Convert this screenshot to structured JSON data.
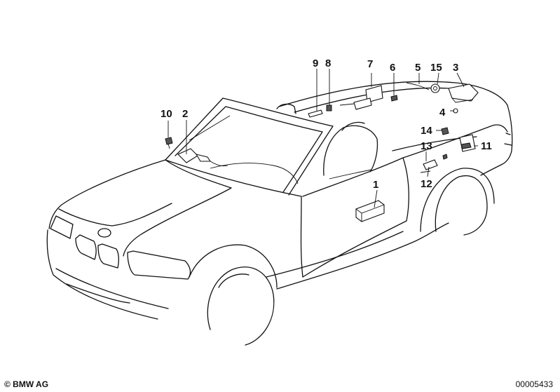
{
  "callouts": [
    {
      "id": "1",
      "label": "1"
    },
    {
      "id": "2",
      "label": "2"
    },
    {
      "id": "3",
      "label": "3"
    },
    {
      "id": "4",
      "label": "4"
    },
    {
      "id": "5",
      "label": "5"
    },
    {
      "id": "6",
      "label": "6"
    },
    {
      "id": "7",
      "label": "7"
    },
    {
      "id": "8",
      "label": "8"
    },
    {
      "id": "9",
      "label": "9"
    },
    {
      "id": "10",
      "label": "10"
    },
    {
      "id": "11",
      "label": "11"
    },
    {
      "id": "12",
      "label": "12"
    },
    {
      "id": "13",
      "label": "13"
    },
    {
      "id": "14",
      "label": "14"
    },
    {
      "id": "15",
      "label": "15"
    }
  ],
  "footer": {
    "copyright": "© BMW AG",
    "image_id": "00005433"
  }
}
